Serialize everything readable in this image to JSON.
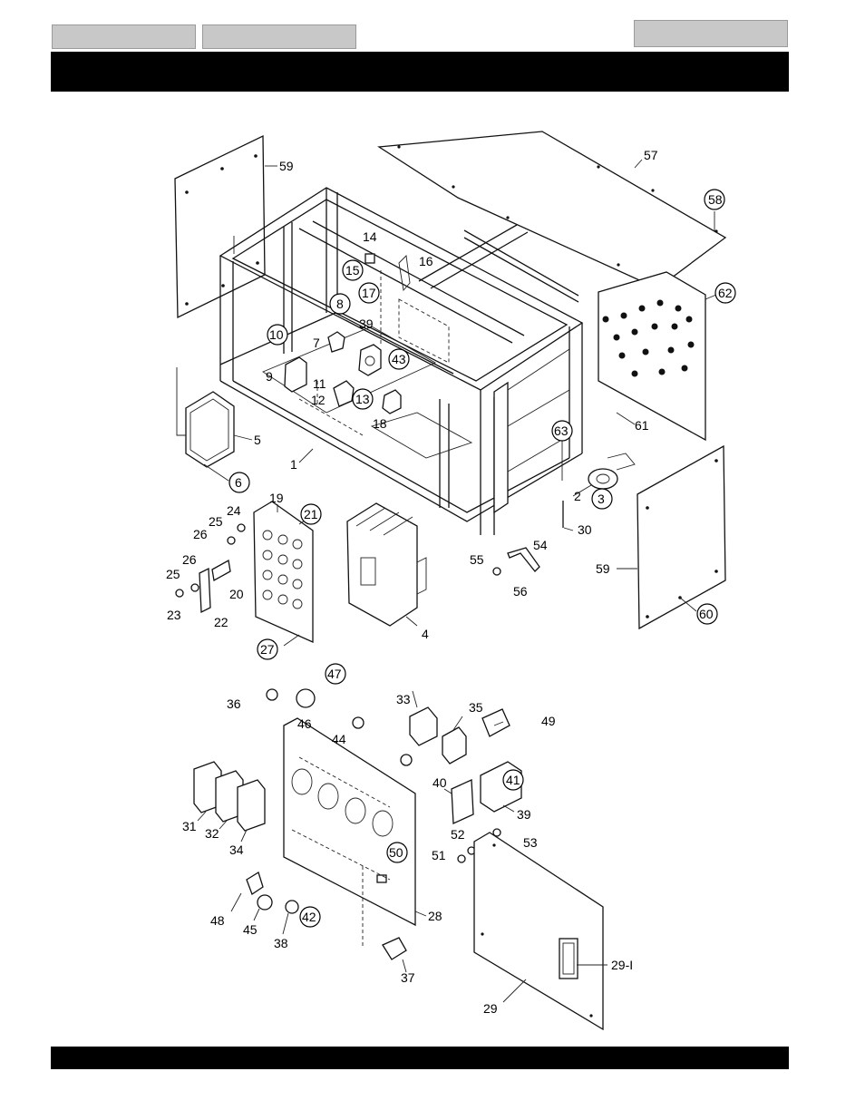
{
  "labels": {
    "l59a": "59",
    "l57": "57",
    "l58": "58",
    "l62": "62",
    "l61": "61",
    "l14": "14",
    "l15": "15",
    "l16": "16",
    "l17": "17",
    "l8": "8",
    "l39a": "39",
    "l7": "7",
    "l10": "10",
    "l9": "9",
    "l43": "43",
    "l11": "11",
    "l12": "12",
    "l13": "13",
    "l18": "18",
    "l63": "63",
    "l5": "5",
    "l6": "6",
    "l1": "1",
    "l2": "2",
    "l3": "3",
    "l30": "30",
    "l19": "19",
    "l21": "21",
    "l24": "24",
    "l25a": "25",
    "l26a": "26",
    "l26b": "26",
    "l25b": "25",
    "l20": "20",
    "l23": "23",
    "l22": "22",
    "l27": "27",
    "l4": "4",
    "l55": "55",
    "l54": "54",
    "l56": "56",
    "l59b": "59",
    "l60": "60",
    "l47": "47",
    "l36": "36",
    "l46": "46",
    "l44": "44",
    "l33": "33",
    "l35": "35",
    "l49": "49",
    "l31": "31",
    "l32": "32",
    "l34": "34",
    "l40": "40",
    "l41": "41",
    "l39b": "39",
    "l52": "52",
    "l53": "53",
    "l51": "51",
    "l50": "50",
    "l48": "48",
    "l45": "45",
    "l38": "38",
    "l42": "42",
    "l28": "28",
    "l37": "37",
    "l29-1": "29-I",
    "l29": "29"
  }
}
